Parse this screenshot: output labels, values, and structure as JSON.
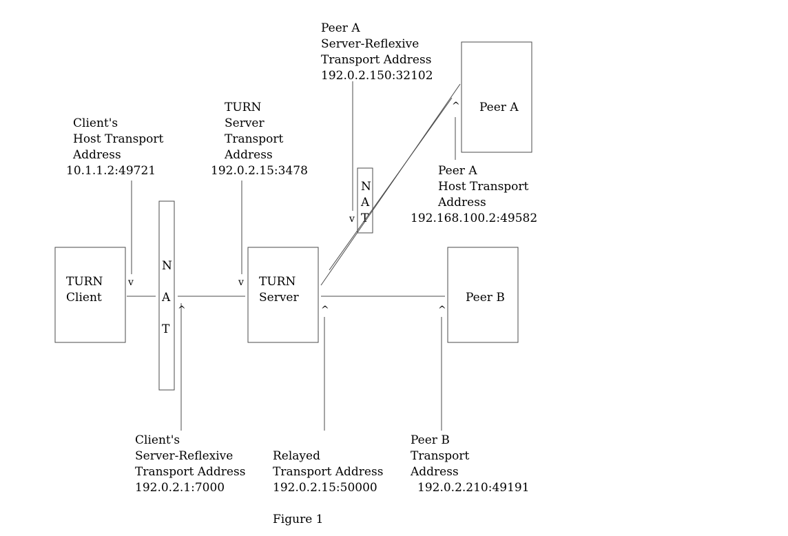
{
  "boxes": {
    "turn_client": [
      "TURN",
      "Client"
    ],
    "turn_server": [
      "TURN",
      "Server"
    ],
    "peer_a": "Peer A",
    "peer_b": "Peer B"
  },
  "nats": {
    "client_side": [
      "N",
      "A",
      "T"
    ],
    "peer_a_side": [
      "N",
      "A",
      "T"
    ]
  },
  "labels": {
    "client_host": [
      "Client's",
      "Host Transport",
      "Address",
      "10.1.1.2:49721"
    ],
    "turn_server_addr": [
      "TURN",
      "Server",
      "Transport",
      "Address",
      "192.0.2.15:3478"
    ],
    "peer_a_srflx": [
      "Peer A",
      "Server-Reflexive",
      "Transport Address",
      "192.0.2.150:32102"
    ],
    "peer_a_host": [
      "Peer A",
      "Host Transport",
      "Address",
      "192.168.100.2:49582"
    ],
    "client_srflx": [
      "Client's",
      "Server-Reflexive",
      "Transport Address",
      "192.0.2.1:7000"
    ],
    "relayed": [
      "Relayed",
      "Transport Address",
      "192.0.2.15:50000"
    ],
    "peer_b_addr": [
      "Peer B",
      "Transport",
      "Address",
      "192.0.2.210:49191"
    ]
  },
  "caption": "Figure 1"
}
